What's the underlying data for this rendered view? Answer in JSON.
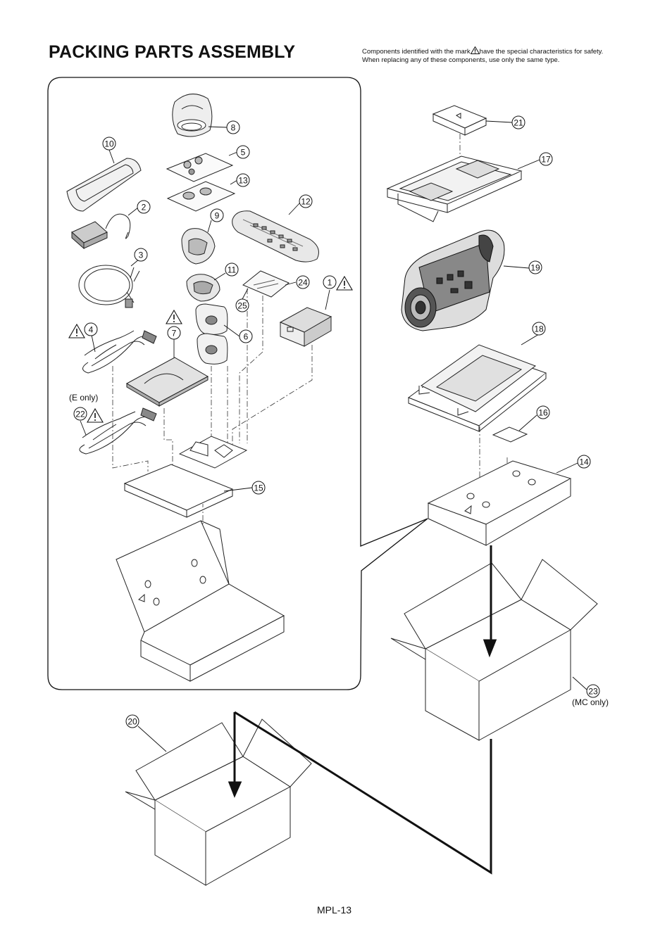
{
  "page": {
    "title": "PACKING PARTS ASSEMBLY",
    "safety_note_part1": "Components identified with the mark",
    "safety_note_part2": "have the special characteristics for safety.",
    "safety_note_line2": "When replacing any of these components, use only the same type.",
    "page_number": "MPL-13"
  },
  "callouts": [
    {
      "num": "1",
      "safety": true
    },
    {
      "num": "2",
      "safety": false
    },
    {
      "num": "3",
      "safety": false
    },
    {
      "num": "4",
      "safety": true
    },
    {
      "num": "5",
      "safety": false
    },
    {
      "num": "6",
      "safety": false
    },
    {
      "num": "7",
      "safety": true
    },
    {
      "num": "8",
      "safety": false
    },
    {
      "num": "9",
      "safety": false
    },
    {
      "num": "10",
      "safety": false
    },
    {
      "num": "11",
      "safety": false
    },
    {
      "num": "12",
      "safety": false
    },
    {
      "num": "13",
      "safety": false
    },
    {
      "num": "14",
      "safety": false
    },
    {
      "num": "15",
      "safety": false
    },
    {
      "num": "16",
      "safety": false
    },
    {
      "num": "17",
      "safety": false
    },
    {
      "num": "18",
      "safety": false
    },
    {
      "num": "19",
      "safety": false
    },
    {
      "num": "20",
      "safety": false
    },
    {
      "num": "21",
      "safety": false
    },
    {
      "num": "22",
      "safety": true
    },
    {
      "num": "23",
      "safety": false
    },
    {
      "num": "24",
      "safety": false
    },
    {
      "num": "25",
      "safety": false
    }
  ],
  "notes": {
    "e_only": "(E only)",
    "mc_only": "(MC only)"
  }
}
